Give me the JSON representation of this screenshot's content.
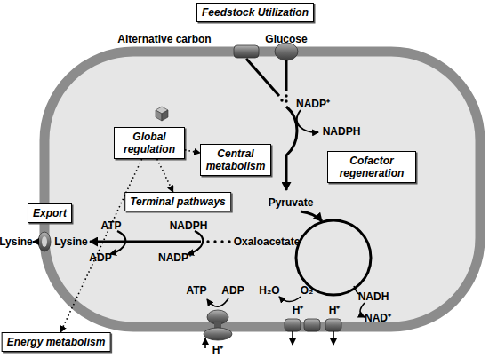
{
  "diagram": {
    "nodes": [
      {
        "text": [
          "Feedstock Utilization"
        ]
      },
      {
        "text": [
          "Global regulation"
        ]
      },
      {
        "text": [
          "Central metabolism"
        ]
      },
      {
        "text": [
          "Cofactor regeneration"
        ]
      },
      {
        "text": [
          "Terminal pathways"
        ]
      },
      {
        "text": [
          "Export"
        ]
      },
      {
        "text": [
          "Energy metabolism"
        ]
      }
    ],
    "edges": [
      {
        "from": 1,
        "to": 2,
        "arrow": "to"
      },
      {
        "from": 1,
        "to": 4,
        "arrow": "to"
      },
      {
        "from": 1,
        "to": 6,
        "arrow": "to"
      }
    ],
    "labels": [
      "Alternative carbon",
      "Glucose",
      "NADP⁺",
      "NADPH",
      "Pyruvate",
      "ATP",
      "NADPH",
      "Lysine",
      "Lysine",
      "Oxaloacetate",
      "ADP",
      "NADP⁺",
      "ATP",
      "ADP",
      "H₂O",
      "O₂",
      "NADH",
      "H⁺",
      "H⁺",
      "NAD⁺",
      "H⁺"
    ]
  }
}
